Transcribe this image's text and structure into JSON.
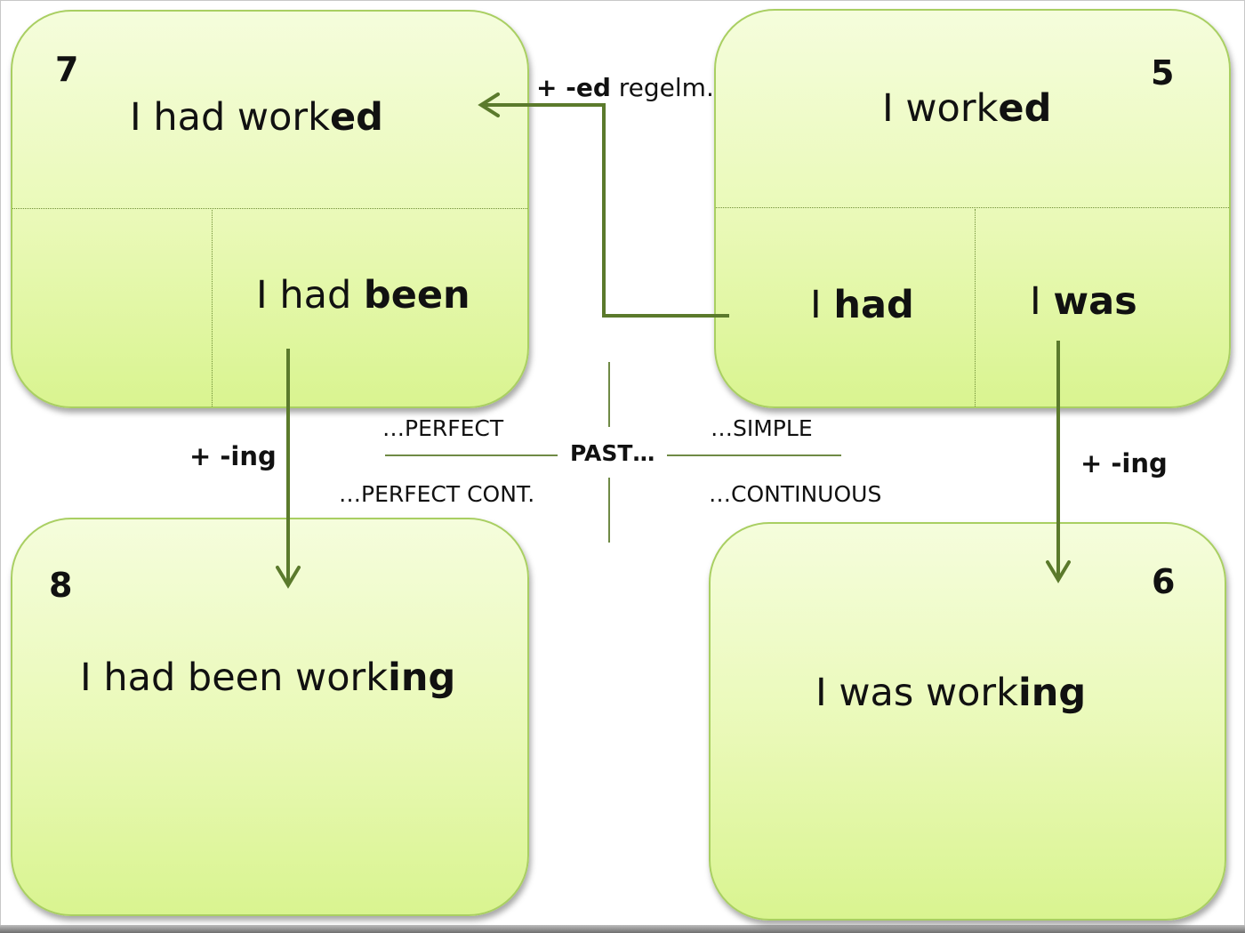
{
  "boxes": {
    "past_perfect": {
      "number": "7",
      "main": {
        "lead": "I had work",
        "bold": "ed"
      },
      "helper": {
        "lead": "I had ",
        "bold": "been"
      }
    },
    "past_simple": {
      "number": "5",
      "main": {
        "lead": "I work",
        "bold": "ed"
      },
      "helper_left": {
        "lead": "I ",
        "bold": "had"
      },
      "helper_right": {
        "lead": "I ",
        "bold": "was"
      }
    },
    "past_perfect_continuous": {
      "number": "8",
      "main": {
        "lead": "I had been work",
        "bold": "ing"
      }
    },
    "past_continuous": {
      "number": "6",
      "main": {
        "lead": "I was work",
        "bold": "ing"
      }
    }
  },
  "arrows": {
    "ed_label": {
      "bold": "+ -ed",
      "rest": " regelm."
    },
    "ing_left": "+ -ing",
    "ing_right": "+ -ing"
  },
  "center": {
    "title": "PAST…",
    "top_left": "…PERFECT",
    "top_right": "…SIMPLE",
    "bottom_left": "…PERFECT CONT.",
    "bottom_right": "…CONTINUOUS"
  },
  "colors": {
    "box_border": "#a9cf62",
    "box_fill_top": "#f5fddc",
    "box_fill_bottom": "#d9f490",
    "arrow": "#5b7a2c"
  }
}
